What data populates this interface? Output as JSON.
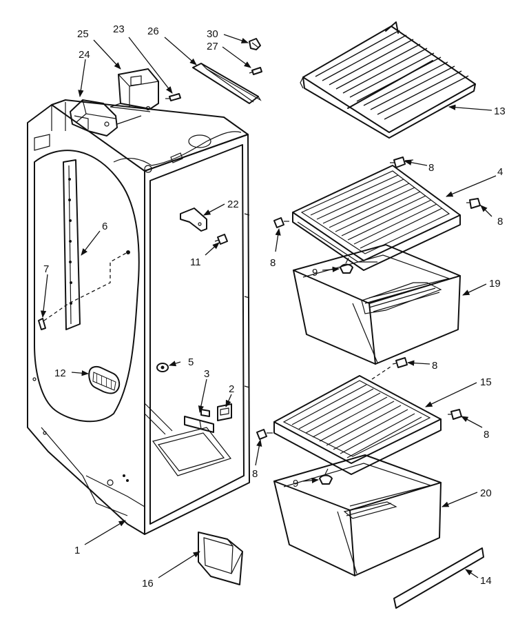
{
  "callouts": {
    "c1": "1",
    "c2": "2",
    "c3": "3",
    "c4": "4",
    "c5": "5",
    "c6": "6",
    "c7": "7",
    "c8a": "8",
    "c8b": "8",
    "c8c": "8",
    "c8d": "8",
    "c8e": "8",
    "c8f": "8",
    "c9a": "9",
    "c9b": "9",
    "c11": "11",
    "c12": "12",
    "c13": "13",
    "c14": "14",
    "c15": "15",
    "c16": "16",
    "c19": "19",
    "c20": "20",
    "c22": "22",
    "c23": "23",
    "c24": "24",
    "c25": "25",
    "c26": "26",
    "c27": "27",
    "c30": "30"
  },
  "colors": {
    "ink": "#111111",
    "paper": "#ffffff"
  }
}
